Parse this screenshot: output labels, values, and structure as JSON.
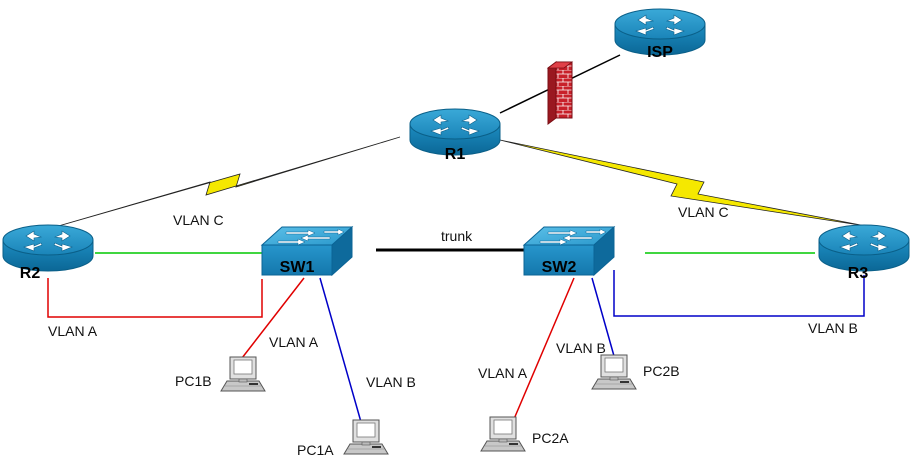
{
  "devices": {
    "isp": {
      "label": "ISP"
    },
    "r1": {
      "label": "R1"
    },
    "r2": {
      "label": "R2"
    },
    "r3": {
      "label": "R3"
    },
    "sw1": {
      "label": "SW1"
    },
    "sw2": {
      "label": "SW2"
    },
    "pc1a": {
      "label": "PC1A"
    },
    "pc1b": {
      "label": "PC1B"
    },
    "pc2a": {
      "label": "PC2A"
    },
    "pc2b": {
      "label": "PC2B"
    }
  },
  "links": {
    "r1_r2_serial": "VLAN C",
    "r1_r3_serial": "VLAN C",
    "sw1_sw2": "trunk",
    "r2_sw1": "VLAN A",
    "sw1_pc1b": "VLAN A",
    "sw1_pc1a": "VLAN B",
    "sw2_pc2a": "VLAN A",
    "sw2_pc2b": "VLAN B",
    "sw2_r3": "VLAN B"
  },
  "colors": {
    "device_blue": "#1a8fc4",
    "vlan_a": "#e00000",
    "vlan_b": "#0000c8",
    "native": "#00c800",
    "trunk": "#000000",
    "serial": "#f5e800",
    "firewall": "#c8202a"
  },
  "icons": {
    "router": "router-icon",
    "switch": "switch-icon",
    "pc": "pc-icon",
    "firewall": "firewall-icon",
    "serial": "serial-link-icon"
  }
}
